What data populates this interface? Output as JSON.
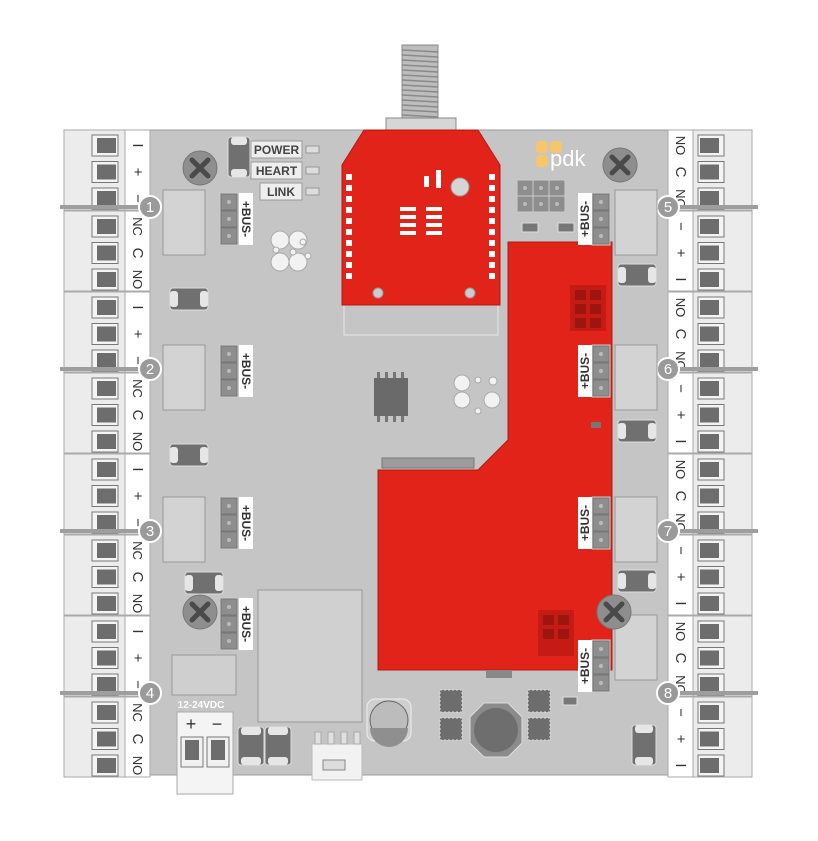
{
  "leds": [
    {
      "label": "POWER"
    },
    {
      "label": "HEART"
    },
    {
      "label": "LINK"
    }
  ],
  "logo": "pdk",
  "bus_label": "+BUS-",
  "power_input": {
    "label": "12-24VDC",
    "plus": "+",
    "minus": "−"
  },
  "terminals": {
    "input_labels": [
      "I",
      "+",
      "−"
    ],
    "relay_labels": [
      "NC",
      "C",
      "NO"
    ]
  },
  "channels": [
    "1",
    "2",
    "3",
    "4",
    "5",
    "6",
    "7",
    "8"
  ],
  "colors": {
    "board": "#c5c5c5",
    "module_red": "#e2231a",
    "logo_orange": "#f7c66b",
    "badge": "#9a9a9a"
  }
}
